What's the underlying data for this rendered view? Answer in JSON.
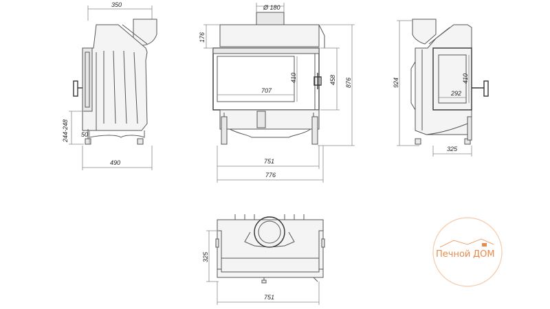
{
  "drawing": {
    "side_left": {
      "dims": {
        "top_width": "350",
        "bottom_height": "244-248",
        "leg_offset": "50",
        "depth": "490"
      }
    },
    "front": {
      "dims": {
        "flue_diameter": "Ø 180",
        "top_height": "176",
        "glass_width": "707",
        "glass_height": "410",
        "door_height": "458",
        "total_height": "876",
        "inner_width": "751",
        "outer_width": "776"
      }
    },
    "side_right": {
      "dims": {
        "total_height": "924",
        "glass_height": "410",
        "glass_width": "292",
        "depth": "325"
      }
    },
    "top": {
      "dims": {
        "depth": "325",
        "width": "751"
      }
    }
  },
  "logo": {
    "text_left": "Печной",
    "text_right": "ДОМ",
    "color": "#e88a4a"
  }
}
